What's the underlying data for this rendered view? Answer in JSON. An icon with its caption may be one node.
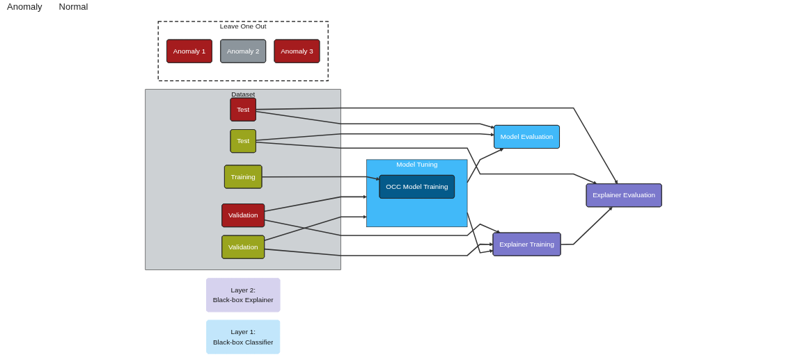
{
  "diagram": {
    "nodes": [
      {
        "text": [
          "Dataset"
        ]
      },
      {
        "text": [
          "Test"
        ],
        "in": 0
      },
      {
        "text": [
          "Validation"
        ],
        "in": 0
      },
      {
        "text": [
          "Validation"
        ],
        "in": 0
      },
      {
        "text": [
          "Training"
        ],
        "in": 0
      },
      {
        "text": [
          "Test"
        ],
        "in": 0
      },
      {
        "text": [
          "Leave One Out"
        ]
      },
      {
        "text": [
          "Anomaly 1"
        ],
        "in": 6
      },
      {
        "text": [
          "Anomaly 2"
        ],
        "in": 6
      },
      {
        "text": [
          "Anomaly 3"
        ],
        "in": 6
      },
      {
        "text": [
          "Layer 2:",
          "Black-box Explainer"
        ]
      },
      {
        "text": [
          "Explainer Training"
        ]
      },
      {
        "text": [
          "Explainer Evaluation"
        ]
      },
      {
        "text": [
          "Model Tuning"
        ]
      },
      {
        "text": [
          "OCC Model Training"
        ],
        "in": 13
      },
      {
        "text": [
          "Layer 1:",
          "Black-box Classifier"
        ]
      },
      {
        "text": [
          "Model Evaluation"
        ]
      }
    ],
    "edges": [
      {
        "from": 1,
        "to": 12,
        "arrow": "to"
      },
      {
        "from": 1,
        "to": 16,
        "arrow": "to"
      },
      {
        "from": 2,
        "to": 11,
        "arrow": "to"
      },
      {
        "from": 2,
        "to": 13,
        "arrow": "to"
      },
      {
        "from": 3,
        "to": 11,
        "arrow": "to"
      },
      {
        "from": 3,
        "to": 13,
        "arrow": "to"
      },
      {
        "from": 4,
        "to": 14,
        "arrow": "to"
      },
      {
        "from": 5,
        "to": 16,
        "arrow": "to"
      },
      {
        "from": 5,
        "to": 12,
        "arrow": "to"
      },
      {
        "from": 13,
        "to": 11,
        "arrow": "to"
      },
      {
        "from": 11,
        "to": 12,
        "arrow": "to"
      },
      {
        "from": 13,
        "to": 16,
        "arrow": "to"
      }
    ],
    "labels": [
      "Anomaly",
      "Normal"
    ]
  }
}
